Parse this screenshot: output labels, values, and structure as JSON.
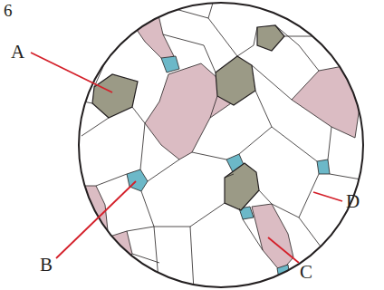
{
  "diagram": {
    "labels": [
      "6",
      "A",
      "B",
      "C",
      "D"
    ]
  }
}
